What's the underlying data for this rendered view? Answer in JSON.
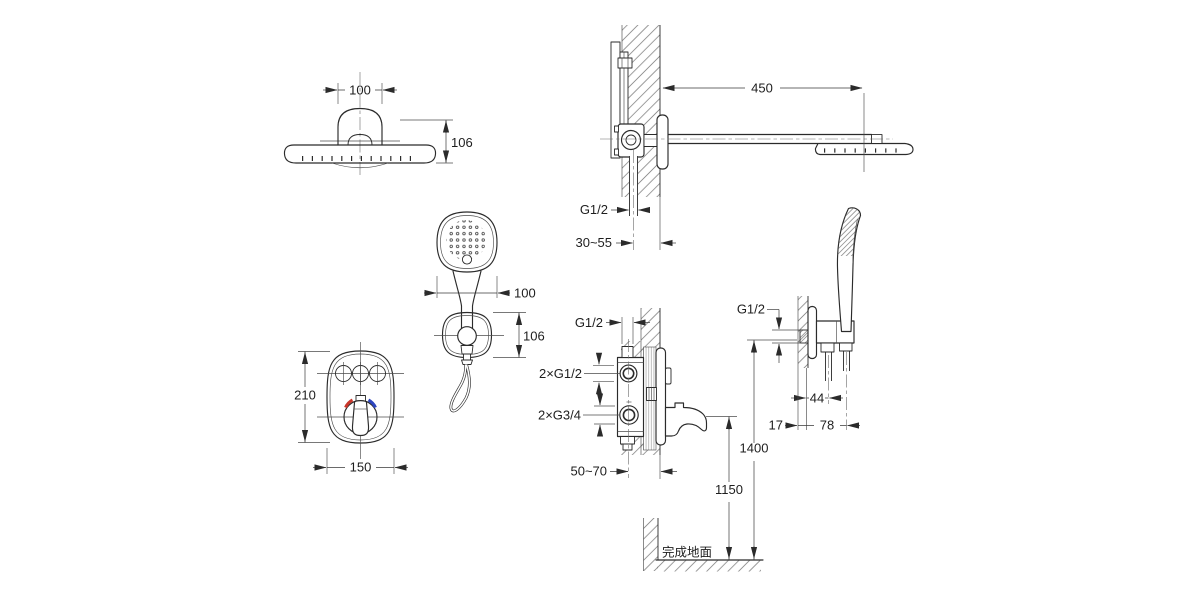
{
  "views": {
    "overhead_shower_front": {
      "width": "100",
      "height": "106"
    },
    "overhead_shower_side": {
      "arm_length": "450",
      "thread": "G1/2",
      "wall_depth": "30~55"
    },
    "hand_shower_front": {
      "width": "100",
      "height": "106"
    },
    "control_trim_front": {
      "height": "210",
      "width": "150"
    },
    "mixer_valve_side": {
      "top_thread": "G1/2",
      "inlet_threads": "2×G1/2",
      "outlet_threads": "2×G3/4",
      "embed_depth": "50~70",
      "spout_height": "1150"
    },
    "hand_shower_holder_side": {
      "thread": "G1/2",
      "hose_offset": "44",
      "wall_offset": "17",
      "reach": "78",
      "holder_height": "1400"
    },
    "floor": {
      "label": "完成地面"
    }
  },
  "colors": {
    "line": "#2b2b2b",
    "hot_indicator": "#c9372b",
    "cold_indicator": "#2e46c0",
    "background": "#ffffff"
  }
}
